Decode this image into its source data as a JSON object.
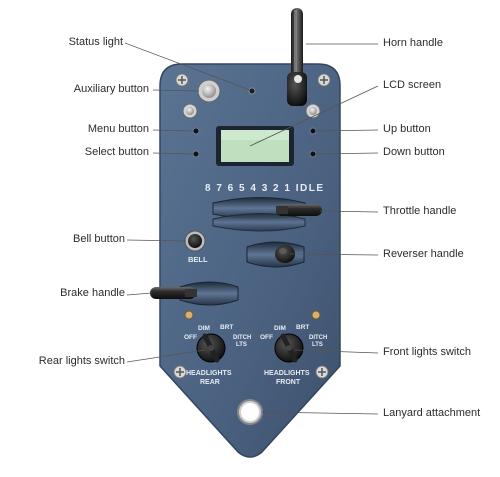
{
  "diagram": {
    "labels_left": {
      "status_light": "Status light",
      "auxiliary_button": "Auxiliary button",
      "menu_button": "Menu button",
      "select_button": "Select button",
      "bell_button": "Bell button",
      "brake_handle": "Brake handle",
      "rear_lights_switch": "Rear lights switch"
    },
    "labels_right": {
      "horn_handle": "Horn handle",
      "lcd_screen": "LCD screen",
      "up_button": "Up button",
      "down_button": "Down button",
      "throttle_handle": "Throttle handle",
      "reverser_handle": "Reverser handle",
      "front_lights_switch": "Front lights switch",
      "lanyard_attachment": "Lanyard attachment"
    },
    "panel": {
      "notch_scale": "8 7 6 5 4 3 2 1 IDLE",
      "bell": "BELL",
      "rear_off": "OFF",
      "rear_dim": "DIM",
      "rear_brt": "BRT",
      "rear_ditch": "DITCH",
      "rear_lts": "LTS",
      "rear_caption_1": "HEADLIGHTS",
      "rear_caption_2": "REAR",
      "front_off": "OFF",
      "front_dim": "DIM",
      "front_brt": "BRT",
      "front_ditch": "DITCH",
      "front_lts": "LTS",
      "front_caption_1": "HEADLIGHTS",
      "front_caption_2": "FRONT"
    },
    "colors": {
      "panel": "#4f6784",
      "panel_dark": "#3b4f68",
      "lcd": "#bfe0bf",
      "line": "#555555"
    }
  }
}
